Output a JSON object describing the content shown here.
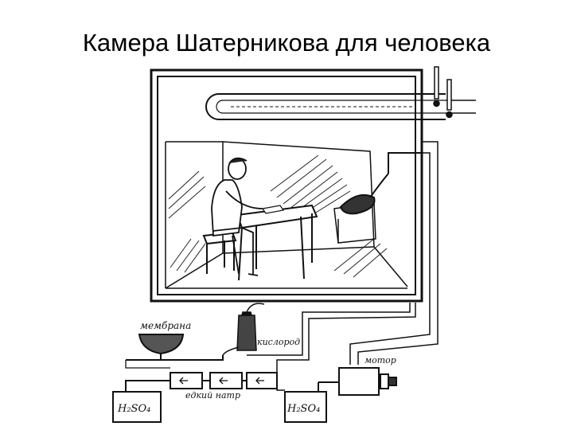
{
  "slide": {
    "title": "Камера Шатерникова для человека"
  },
  "diagram": {
    "labels": {
      "membrane": "мембрана",
      "oxygen": "кислород",
      "caustic_soda": "едкий натр",
      "motor": "мотор",
      "acid_left": "H₂SO₄",
      "acid_right": "H₂SO₄"
    }
  }
}
